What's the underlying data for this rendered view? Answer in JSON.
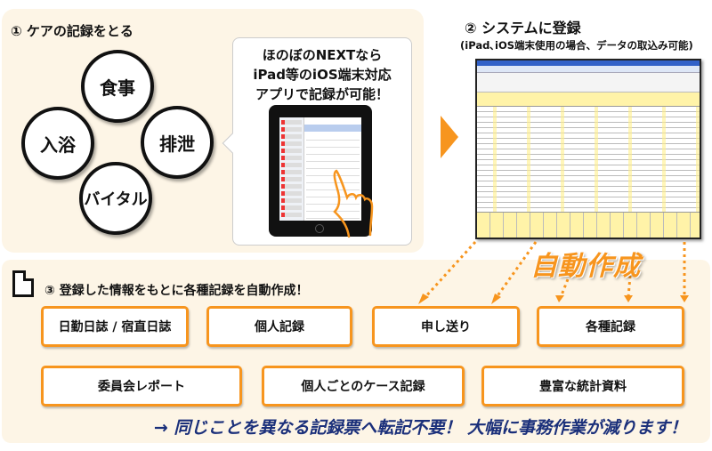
{
  "step1": {
    "title": "① ケアの記録をとる",
    "circles": [
      "食事",
      "入浴",
      "排泄",
      "バイタル"
    ],
    "bubble": {
      "lines": [
        "ほのぼのNEXTなら",
        "iPad等のiOS端末対応",
        "アプリで記録が可能！"
      ],
      "image": "ipad-with-tapping-hand"
    }
  },
  "step2": {
    "title": "② システムに登録",
    "subtitle": "(iPad､iOS端末使用の場合、データの取込み可能)",
    "image": "system-screen-spreadsheet"
  },
  "auto_label": "自動作成",
  "step3": {
    "title": "③ 登録した情報をもとに各種記録を自動作成！",
    "records_row1": [
      "日勤日誌 / 宿直日誌",
      "個人記録",
      "申し送り",
      "各種記録"
    ],
    "records_row2": [
      "委員会レポート",
      "個人ごとのケース記録",
      "豊富な統計資料"
    ]
  },
  "bottom_message": "→ 同じことを異なる記録票へ転記不要！ 大幅に事務作業が減ります！",
  "colors": {
    "accent_orange": "#f7951e",
    "panel_bg": "#fdf5e6",
    "message_navy": "#1a2f7a"
  }
}
